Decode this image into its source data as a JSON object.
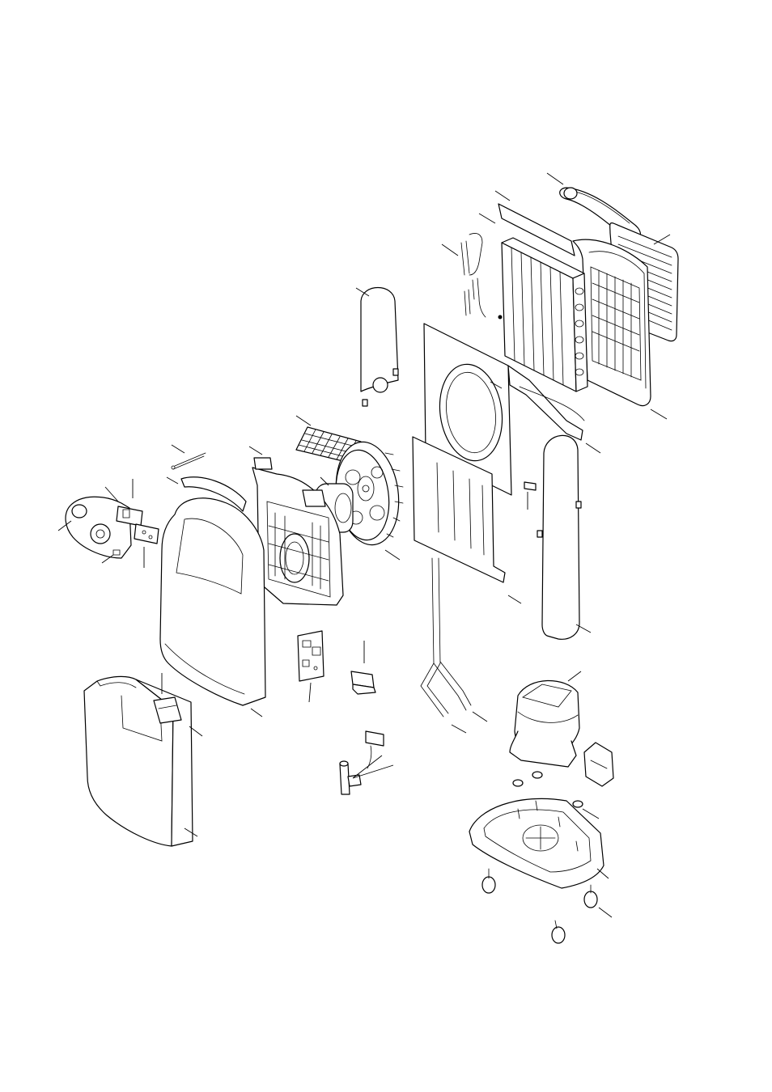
{
  "figure": {
    "type": "exploded-parts-view",
    "callout_labels_visible": false,
    "stroke_color": "#000000",
    "background_color": "#ffffff"
  },
  "components": [
    "handle",
    "rear-grille",
    "rear-panel-frame",
    "evaporator-coil",
    "condenser-coil",
    "capillary-tubes",
    "right-side-panel",
    "fan-shroud-bracket",
    "air-filter-mesh",
    "blower-wheel",
    "fan-motor",
    "blower-housing",
    "left-side-panel",
    "front-cabinet",
    "deflector-strip",
    "control-panel",
    "switch-block",
    "pcb-relay-board",
    "capacitor",
    "float-switch",
    "drain-pipe",
    "water-tank",
    "level-sensor",
    "connector-plug",
    "valve-assembly",
    "compressor",
    "overload-protector",
    "rubber-grommet",
    "base-pan",
    "caster"
  ]
}
